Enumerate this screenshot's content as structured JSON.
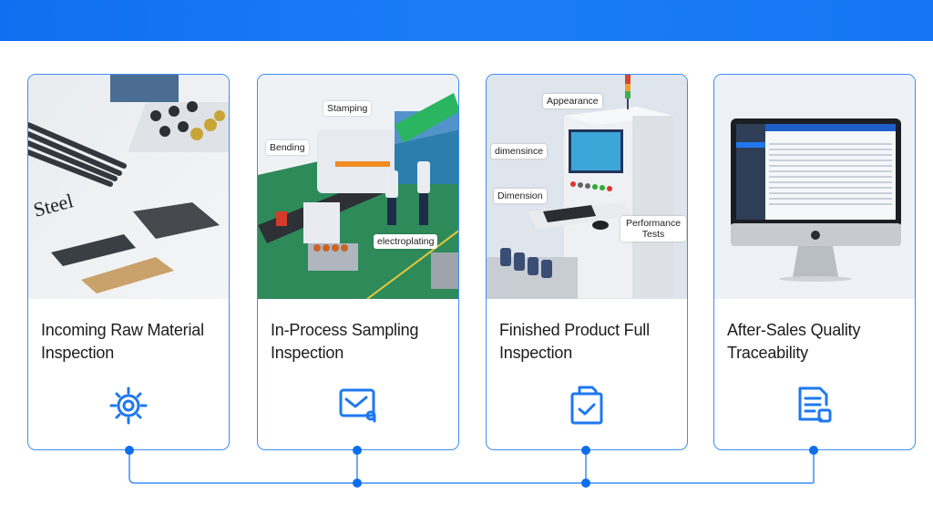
{
  "header": {
    "color": "#1476f2"
  },
  "accent_color": "#1f78ef",
  "steps": [
    {
      "title": "Incoming Raw Material Inspection",
      "icon": "gear-icon",
      "image": {
        "description": "raw materials: steel rods, plates, granules",
        "labels": [
          "Steel"
        ]
      }
    },
    {
      "title": "In-Process Sampling Inspection",
      "icon": "mail-search-icon",
      "image": {
        "description": "factory production line",
        "labels": [
          "Stamping",
          "Bending",
          "electroplating"
        ]
      }
    },
    {
      "title": "Finished Product Full Inspection",
      "icon": "clipboard-check-icon",
      "image": {
        "description": "inspection machine with screen",
        "labels": [
          "Appearance",
          "dimensince",
          "Dimension",
          "Performance Tests"
        ]
      }
    },
    {
      "title": "After-Sales Quality Traceability",
      "icon": "document-icon",
      "image": {
        "description": "desktop monitor showing a traceability dashboard",
        "labels": []
      }
    }
  ]
}
